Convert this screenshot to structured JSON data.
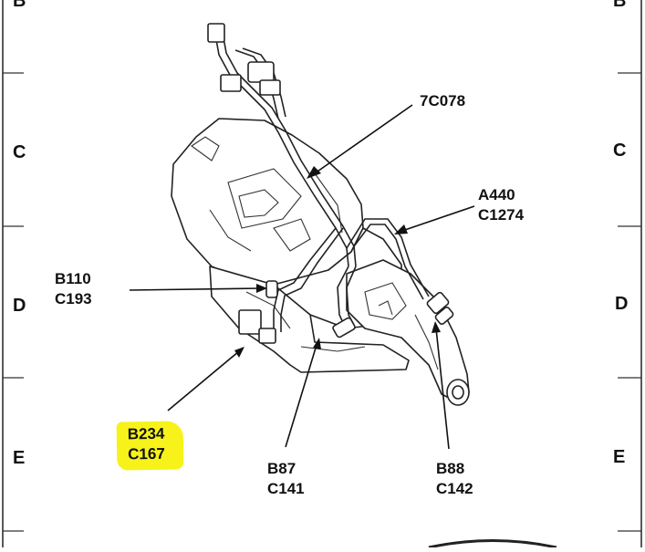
{
  "zones": {
    "top_left": "B",
    "top_right": "B",
    "c_left": "C",
    "c_right": "C",
    "d_left": "D",
    "d_right": "D",
    "e_left": "E",
    "e_right": "E"
  },
  "callouts": {
    "harness": "7C078",
    "a440": {
      "line1": "A440",
      "line2": "C1274"
    },
    "b110": {
      "line1": "B110",
      "line2": "C193"
    },
    "b234": {
      "line1": "B234",
      "line2": "C167"
    },
    "b87": {
      "line1": "B87",
      "line2": "C141"
    },
    "b88": {
      "line1": "B88",
      "line2": "C142"
    }
  },
  "colors": {
    "highlight": "#f7f21a",
    "line": "#111111"
  }
}
